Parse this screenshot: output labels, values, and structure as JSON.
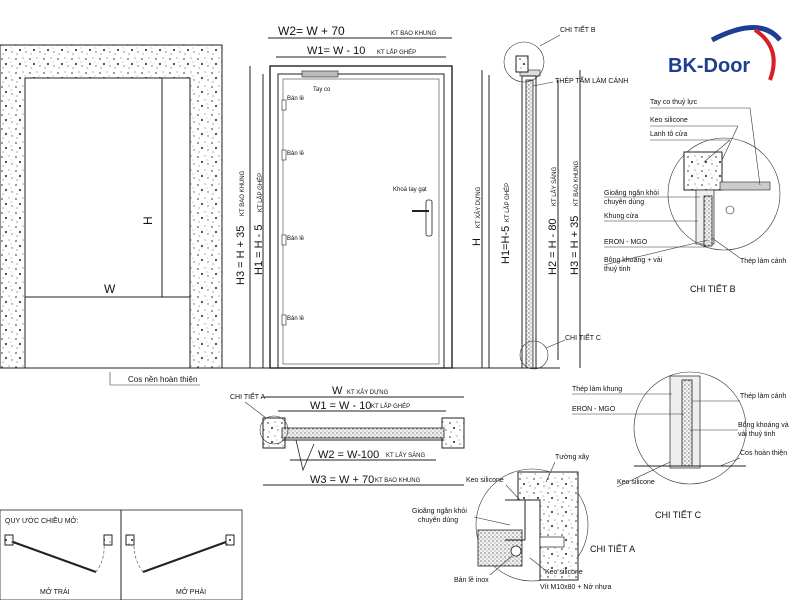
{
  "brand": {
    "logo_text": "BK-Door",
    "logo_color": "#1e3f91",
    "swoosh_color": "#d81f26"
  },
  "elevation": {
    "width_label": "W",
    "height_label": "H",
    "floor_label": "Cos nền hoàn thiện"
  },
  "door_front": {
    "w2": "W2=  W + 70",
    "w2_note": "KT BAO KHUNG",
    "w1": "W1=  W - 10",
    "w1_note": "KT LẮP GHÉP",
    "h3": "H3 = H + 35",
    "h3_note": "KT BAO KHUNG",
    "h1": "H1 = H - 5",
    "h1_note": "KT LẮP GHÉP",
    "closer": "Tay co",
    "hinge": "Bản lề",
    "lock": "Khoá tay gạt"
  },
  "door_section": {
    "h_note": "KT XÂY DỰNG",
    "h_label": "H",
    "h1": "H1=H-5",
    "h1_note": "KT LẮP GHÉP",
    "h2": "H2 = H - 80",
    "h2_note": "KT LẤY SÁNG",
    "h3": "H3 = H + 35",
    "h3_note": "KT BAO KHUNG",
    "detail_b": "CHI TIẾT B",
    "detail_c": "CHI TIẾT C",
    "steel_sheet": "THÉP TẤM LÀM CÁNH"
  },
  "detail_b": {
    "title": "CHI TIẾT B",
    "labels": [
      "Tay co thuỷ lực",
      "Keo silicone",
      "Lanh tô cửa",
      "Gioăng ngăn khói chuyên dùng",
      "Khung cửa",
      "ERON - MGO",
      "Bông khoáng + vải thuỷ tinh",
      "Thép làm cánh"
    ]
  },
  "plan": {
    "detail_a": "CHI TIẾT A",
    "w": "W",
    "w_note": "KT XÂY DỰNG",
    "w1": "W1 = W - 10",
    "w1_note": "KT LẮP GHÉP",
    "w2": "W2 = W-100",
    "w2_note": "KT LẤY SÁNG",
    "w3": "W3 = W + 70",
    "w3_note": "KT BAO KHUNG"
  },
  "detail_c": {
    "title": "CHI TIẾT C",
    "labels": [
      "Thép làm khung",
      "Thép làm cánh",
      "ERON - MGO",
      "Bông khoáng và vải thuỷ tinh",
      "Cos hoàn thiện",
      "Keo silicone"
    ]
  },
  "detail_a": {
    "title": "CHI TIẾT A",
    "labels": [
      "Tường xây",
      "Keo silicone",
      "Gioăng ngăn khói chuyên dùng",
      "Bản lề inox",
      "Keo silicone",
      "Vít M10x80 + Nở nhựa"
    ]
  },
  "legend": {
    "title": "QUY ƯỚC CHIỀU MỞ:",
    "left": "MỞ TRÁI",
    "right": "MỞ PHẢI"
  }
}
